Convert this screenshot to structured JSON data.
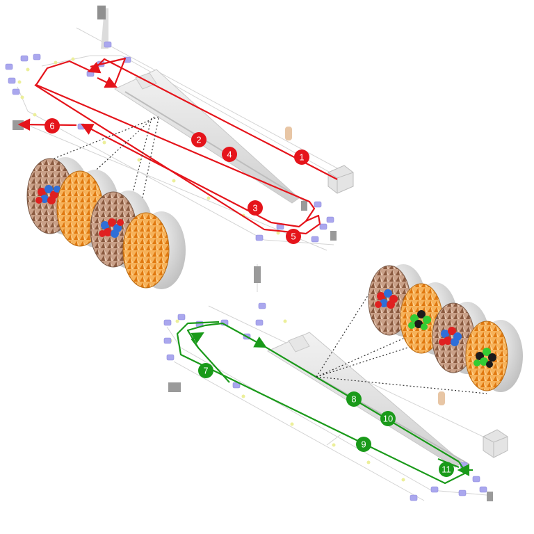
{
  "colors": {
    "red_path": "#e5141b",
    "green_path": "#1a9a1a",
    "machine_gray": "#d8d8d8",
    "magnet_blue": "#a9a6ee",
    "cavity_shell": "#cfcfcf",
    "cavity_orange": "#f39a2b",
    "cavity_brown": "#b98a6d",
    "atom_red": "#e02020",
    "atom_blue": "#2f6fd8",
    "atom_green": "#33cc33"
  },
  "top_diagram": {
    "markers": [
      {
        "label": "1"
      },
      {
        "label": "2"
      },
      {
        "label": "3"
      },
      {
        "label": "4"
      },
      {
        "label": "5"
      },
      {
        "label": "6"
      }
    ],
    "cavities": [
      {
        "content": "red-blue-cluster"
      },
      {
        "content": "empty"
      },
      {
        "content": "red-blue-cluster"
      },
      {
        "content": "empty"
      }
    ]
  },
  "bottom_diagram": {
    "markers": [
      {
        "label": "7"
      },
      {
        "label": "8"
      },
      {
        "label": "9"
      },
      {
        "label": "10"
      },
      {
        "label": "11"
      }
    ],
    "cavities": [
      {
        "content": "red-blue-cluster"
      },
      {
        "content": "green-black-cluster"
      },
      {
        "content": "red-blue-cluster"
      },
      {
        "content": "green-black-cluster"
      }
    ]
  }
}
